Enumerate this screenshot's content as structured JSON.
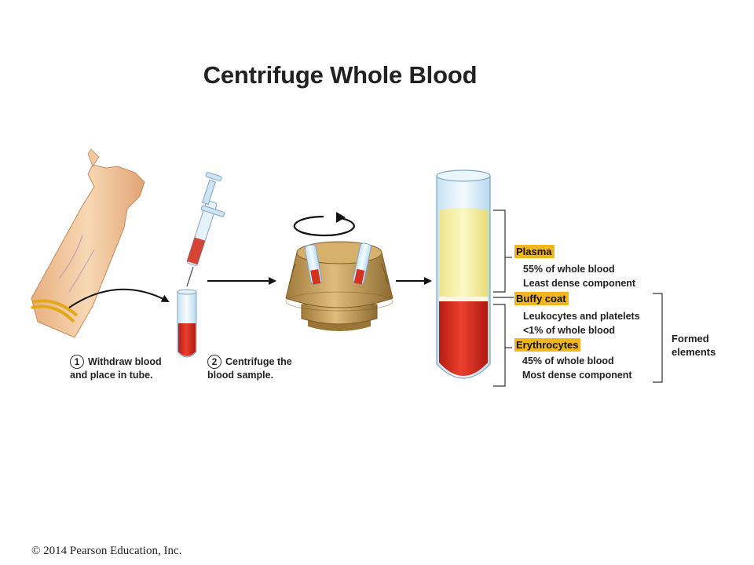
{
  "title": "Centrifuge Whole Blood",
  "steps": [
    {
      "number": "1",
      "line1": "Withdraw blood",
      "line2": "and place in tube."
    },
    {
      "number": "2",
      "line1": "Centrifuge the",
      "line2": "blood sample."
    }
  ],
  "layers": {
    "plasma": {
      "label": "Plasma",
      "line1": "55% of whole blood",
      "line2": "Least dense component"
    },
    "buffy": {
      "label": "Buffy coat",
      "line1": "Leukocytes and platelets",
      "line2": "<1% of whole blood"
    },
    "erythrocytes": {
      "label": "Erythrocytes",
      "line1": "45% of whole blood",
      "line2": "Most dense component"
    }
  },
  "formed_elements": {
    "line1": "Formed",
    "line2": "elements"
  },
  "copyright": "© 2014 Pearson Education, Inc.",
  "colors": {
    "highlight": "#f2b61b",
    "blood": "#d42a1e",
    "plasma": "#f3ee9a",
    "skin": "#f0c49a",
    "centrifuge": "#c9a25e"
  }
}
